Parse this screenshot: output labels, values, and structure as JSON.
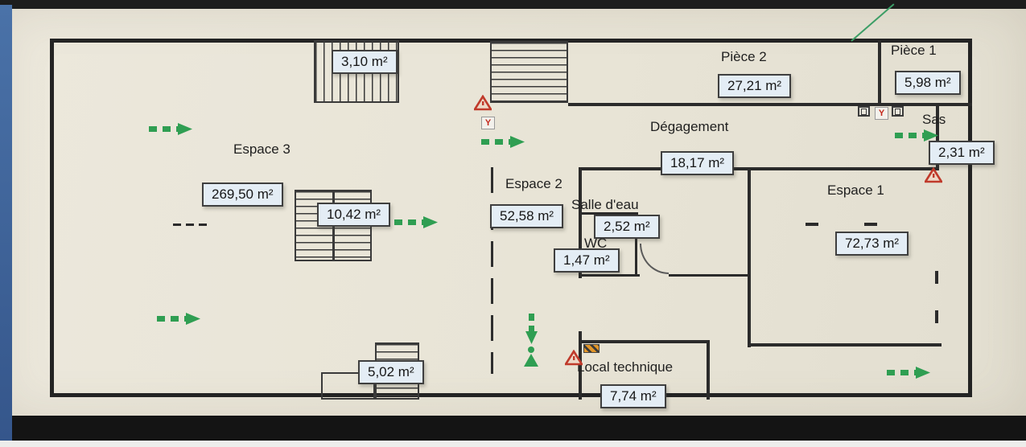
{
  "rooms": {
    "espace3": {
      "name": "Espace 3",
      "area": "269,50 m²"
    },
    "espace2": {
      "name": "Espace 2",
      "area": "52,58 m²"
    },
    "espace1": {
      "name": "Espace 1",
      "area": "72,73 m²"
    },
    "piece2": {
      "name": "Pièce 2",
      "area": "27,21 m²"
    },
    "piece1": {
      "name": "Pièce 1",
      "area": "5,98 m²"
    },
    "sas": {
      "name": "Sas",
      "area": "2,31 m²"
    },
    "degagement": {
      "name": "Dégagement",
      "area": "18,17 m²"
    },
    "salle_eau": {
      "name": "Salle d'eau",
      "area": "2,52 m²"
    },
    "wc": {
      "name": "WC",
      "area": "1,47 m²"
    },
    "local_technique": {
      "name": "Local technique",
      "area": "7,74 m²"
    }
  },
  "stairs": {
    "top_left": {
      "area": "3,10 m²"
    },
    "central": {
      "area": "10,42 m²"
    },
    "bottom": {
      "area": "5,02 m²"
    }
  },
  "icons": {
    "call_point_glyph": "Y"
  },
  "colors": {
    "exit_green": "#2f9e52",
    "alarm_red": "#c03a2b",
    "label_box_bg": "#e4edf5",
    "wall_dark": "#2b2b2b",
    "paper": "#e8e4d8"
  }
}
